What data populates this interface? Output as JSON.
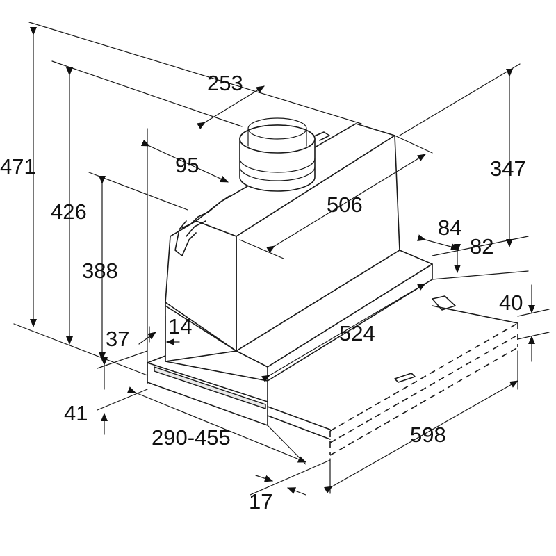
{
  "dimensions": {
    "d471": "471",
    "d426": "426",
    "d388": "388",
    "d253": "253",
    "d95": "95",
    "d506": "506",
    "d347": "347",
    "d84": "84",
    "d82": "82",
    "d524": "524",
    "d40": "40",
    "d37": "37",
    "d14": "14",
    "d41": "41",
    "d290_455": "290-455",
    "d598": "598",
    "d17": "17"
  }
}
